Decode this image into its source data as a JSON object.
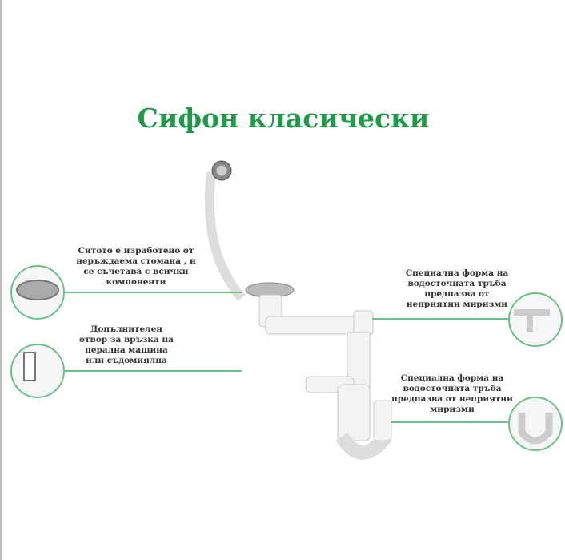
{
  "title": "Сифон класически",
  "colors": {
    "accent": "#1e9a48",
    "line": "#6cc08a"
  },
  "callouts": [
    {
      "text": "Ситото е изработено от неръждаема стомана , и се съчетава с всички компоненти",
      "icon": "strainer-closeup-icon"
    },
    {
      "text": "Допълнителен отвор за връзка на перална машина или съдомиялна",
      "icon": "side-inlet-closeup-icon"
    },
    {
      "text": "Специална форма на водосточната тръба предпазва от неприятни миризми",
      "icon": "pipe-joint-closeup-icon"
    },
    {
      "text": "Специална форма на водосточната тръба предпазва от неприятни миризми",
      "icon": "trap-closeup-icon"
    }
  ]
}
